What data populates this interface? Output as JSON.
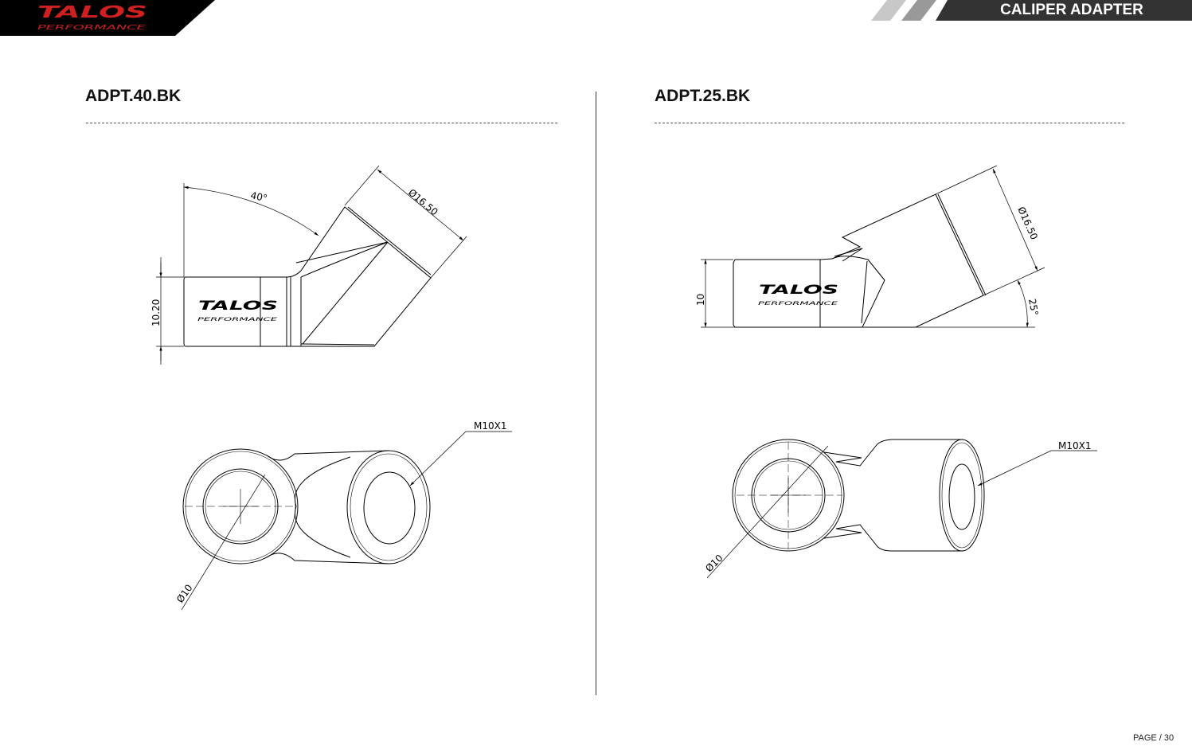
{
  "brand": {
    "logo_main": "TALOS",
    "logo_sub": "PERFORMANCE",
    "color": "#d0201f"
  },
  "header": {
    "title": "CALIPER ADAPTER"
  },
  "products": [
    {
      "code": "ADPT.40.BK",
      "side_view": {
        "angle": "40°",
        "diameter": "Ø16.50",
        "height": "10.20",
        "body_logo_main": "TALOS",
        "body_logo_sub": "PERFORMANCE"
      },
      "end_view": {
        "thread": "M10X1",
        "bore": "Ø10"
      }
    },
    {
      "code": "ADPT.25.BK",
      "side_view": {
        "angle": "25°",
        "diameter": "Ø16.50",
        "height": "10",
        "body_logo_main": "TALOS",
        "body_logo_sub": "PERFORMANCE"
      },
      "end_view": {
        "thread": "M10X1",
        "bore": "Ø10"
      }
    }
  ],
  "footer": {
    "page": "PAGE / 30"
  }
}
